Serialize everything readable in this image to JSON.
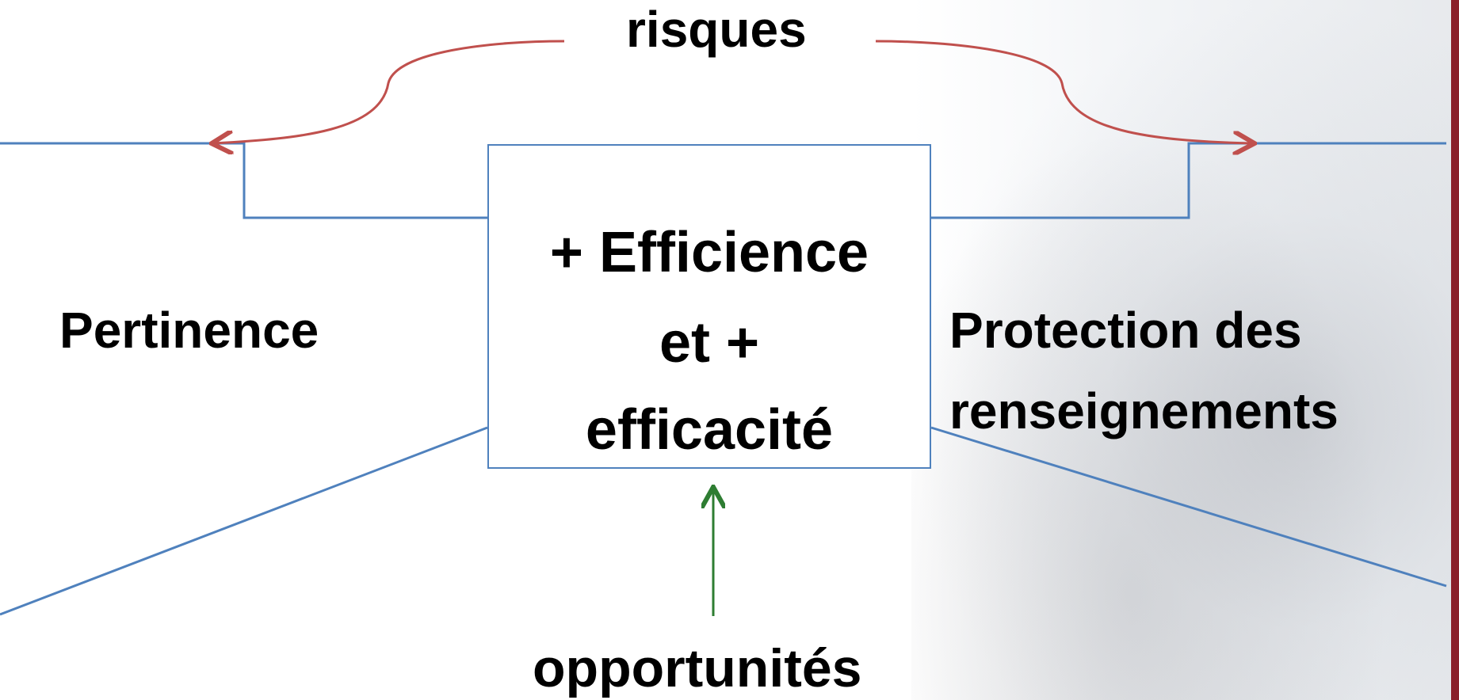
{
  "top_label": "risques",
  "left_label": "Pertinence",
  "right_label_line1": "Protection des",
  "right_label_line2": "renseignements",
  "center": {
    "line1": "+ Efficience",
    "line2": "et +",
    "line3": "efficacité"
  },
  "bottom_label": "opportunités",
  "colors": {
    "blue_lines": "#4f81bd",
    "risk_arrow": "#c0504d",
    "opportunity_arrow": "#2e7d32",
    "accent_bar": "#8a1f2a"
  }
}
